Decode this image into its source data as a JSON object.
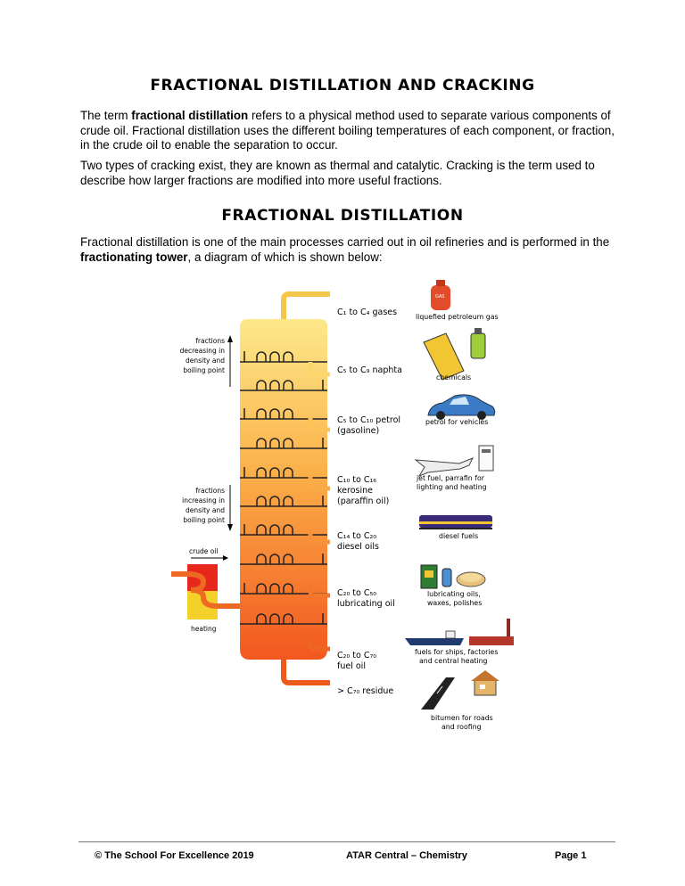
{
  "title": "FRACTIONAL DISTILLATION AND CRACKING",
  "intro": {
    "p1_a": "The term ",
    "p1_bold": "fractional distillation",
    "p1_b": " refers to a physical method used to separate various components of crude oil. Fractional distillation uses the different boiling temperatures of each component, or fraction, in the crude oil to enable the separation to occur.",
    "p2": "Two types of cracking exist, they are known as thermal and catalytic. Cracking is the term used to describe how larger fractions are modified into more useful fractions."
  },
  "section_title": "FRACTIONAL DISTILLATION",
  "section": {
    "p_a": "Fractional distillation is one of the main processes carried out in oil refineries and is performed in the ",
    "p_bold": "fractionating tower",
    "p_b": ", a diagram of which is shown below:"
  },
  "diagram": {
    "arrow_up_label": [
      "fractions",
      "decreasing in",
      "density and",
      "boiling point"
    ],
    "arrow_down_label": [
      "fractions",
      "increasing in",
      "density and",
      "boiling point"
    ],
    "crude_oil_label": "crude oil",
    "heating_label": "heating",
    "fractions": [
      {
        "lines": [
          "C₁ to C₄ gases"
        ],
        "use": [
          "liquefied petroleum gas"
        ],
        "icon": "gas-cylinder-icon"
      },
      {
        "lines": [
          "C₅ to C₉ naphta"
        ],
        "use": [
          "chemicals"
        ],
        "icon": "chemicals-icon"
      },
      {
        "lines": [
          "C₅ to C₁₀ petrol",
          "(gasoline)"
        ],
        "use": [
          "petrol for vehicles"
        ],
        "icon": "car-icon"
      },
      {
        "lines": [
          "C₁₀ to C₁₆",
          "kerosine",
          "(paraffin oil)"
        ],
        "use": [
          "jet fuel, parrafin for",
          "lighting and heating"
        ],
        "icon": "jet-icon"
      },
      {
        "lines": [
          "C₁₄ to C₂₀",
          "diesel oils"
        ],
        "use": [
          "diesel fuels"
        ],
        "icon": "train-icon"
      },
      {
        "lines": [
          "C₂₀ to C₅₀",
          "lubricating oil"
        ],
        "use": [
          "lubricating oils,",
          "waxes, polishes"
        ],
        "icon": "oil-can-icon"
      },
      {
        "lines": [
          "C₂₀ to C₇₀",
          "fuel oil"
        ],
        "use": [
          "fuels for ships, factories",
          "and central heating"
        ],
        "icon": "ship-icon"
      },
      {
        "lines": [
          "> C₇₀ residue"
        ],
        "use": [
          "bitumen for roads",
          "and roofing"
        ],
        "icon": "road-house-icon"
      }
    ]
  },
  "footer": {
    "left": "©  The School For Excellence 2019",
    "middle": "ATAR Central – Chemistry",
    "right": "Page 1"
  }
}
